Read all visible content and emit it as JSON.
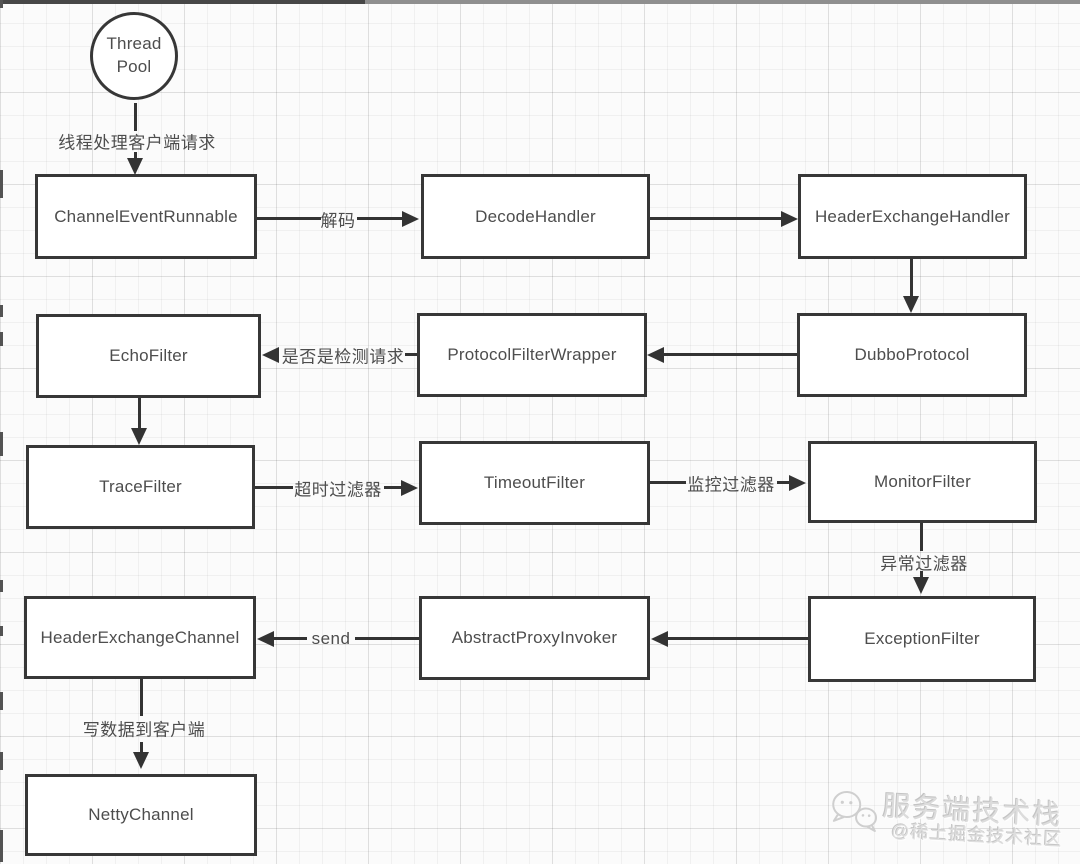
{
  "diagram": {
    "nodes": {
      "thread_pool": "Thread Pool",
      "channel_event_runnable": "ChannelEventRunnable",
      "decode_handler": "DecodeHandler",
      "header_exchange_handler": "HeaderExchangeHandler",
      "echo_filter": "EchoFilter",
      "protocol_filter_wrapper": "ProtocolFilterWrapper",
      "dubbo_protocol": "DubboProtocol",
      "trace_filter": "TraceFilter",
      "timeout_filter": "TimeoutFilter",
      "monitor_filter": "MonitorFilter",
      "header_exchange_channel": "HeaderExchangeChannel",
      "abstract_proxy_invoker": "AbstractProxyInvoker",
      "exception_filter": "ExceptionFilter",
      "netty_channel": "NettyChannel"
    },
    "edge_labels": {
      "thread_pool_to_channel_event_runnable": "线程处理客户端请求",
      "channel_event_runnable_to_decode_handler": "解码",
      "protocol_filter_wrapper_to_echo_filter": "是否是检测请求",
      "trace_filter_to_timeout_filter": "超时过滤器",
      "timeout_filter_to_monitor_filter": "监控过滤器",
      "monitor_filter_to_exception_filter": "异常过滤器",
      "abstract_proxy_invoker_to_header_exchange_channel": "send",
      "header_exchange_channel_to_netty_channel": "写数据到客户端"
    },
    "watermark": {
      "icon": "chat-bubbles-icon",
      "title": "服务端技术栈",
      "subtitle": "@稀土掘金技术社区"
    },
    "colors": {
      "node_border": "#373737",
      "node_fill": "#ffffff",
      "node_text": "#4d4d4d",
      "arrow": "#333333",
      "edge_label_text": "#4d4d4d",
      "grid_line": "#ebebeb",
      "background": "#fbfbfb",
      "watermark_text": "#dcdcdc"
    }
  }
}
